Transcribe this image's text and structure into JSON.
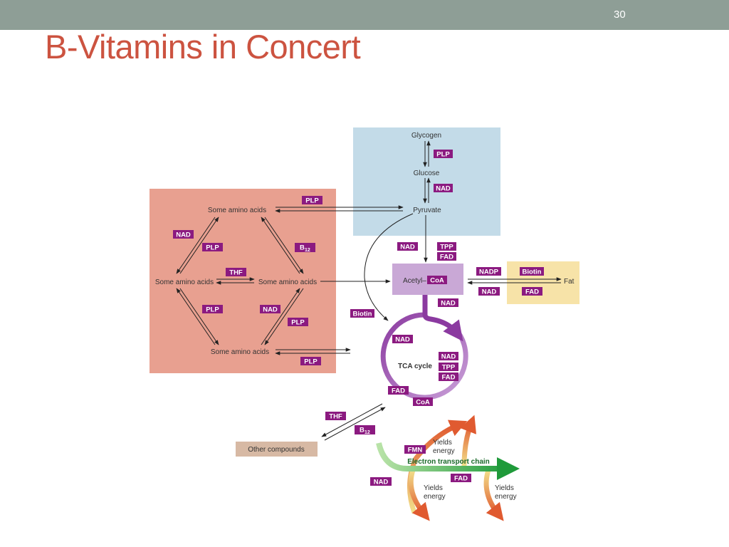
{
  "slide": {
    "number": "30",
    "title": "B-Vitamins in Concert"
  },
  "colors": {
    "topbar": "#8e9e96",
    "title": "#cc5340",
    "coenzyme_badge": "#8b1a80",
    "amino_region": "#e8a090",
    "glucose_region": "#c3dbe8",
    "fat_region": "#f7e3a8",
    "acetyl_box": "#c9a8d6",
    "tca_cycle": "#8b3aa0",
    "etc_arrow": "#1f9a3a",
    "other_box": "#d7b9a4",
    "energy_arrow": "#e88a3a"
  },
  "nodes": {
    "glycogen": "Glycogen",
    "glucose": "Glucose",
    "pyruvate": "Pyruvate",
    "amino_top": "Some amino acids",
    "amino_left": "Some amino acids",
    "amino_middle": "Some amino acids",
    "amino_bottom": "Some amino acids",
    "acetyl": "Acetyl–",
    "fat": "Fat",
    "tca_cycle": "TCA cycle",
    "other_compounds": "Other compounds",
    "electron_transport_chain": "Electron transport chain",
    "yields_energy_top_1": "Yields",
    "yields_energy_top_2": "energy",
    "yields_energy_left_1": "Yields",
    "yields_energy_left_2": "energy",
    "yields_energy_right_1": "Yields",
    "yields_energy_right_2": "energy"
  },
  "coenzymes": {
    "plp_glycogen": "PLP",
    "nad_glucose": "NAD",
    "plp_pyruvate": "PLP",
    "nad_left_upper": "NAD",
    "plp_left_upper": "PLP",
    "b12_right_upper": "B",
    "b12_right_upper_sub": "12",
    "thf_middle": "THF",
    "plp_left_lower": "PLP",
    "nad_right_lower": "NAD",
    "plp_right_lower": "PLP",
    "plp_bottom": "PLP",
    "nad_pyruvate": "NAD",
    "tpp_pyruvate": "TPP",
    "fad_pyruvate": "FAD",
    "coa_acetyl": "CoA",
    "nadp_fat": "NADP",
    "biotin_fat": "Biotin",
    "nad_fat": "NAD",
    "fad_fat": "FAD",
    "nad_acetyl": "NAD",
    "biotin_pyruvate": "Biotin",
    "nad_tca_1": "NAD",
    "nad_tca_2": "NAD",
    "tpp_tca": "TPP",
    "fad_tca_1": "FAD",
    "fad_tca_2": "FAD",
    "coa_tca": "CoA",
    "thf_other": "THF",
    "b12_other": "B",
    "b12_other_sub": "12",
    "fmn_etc": "FMN",
    "fad_etc": "FAD",
    "nad_etc": "NAD"
  }
}
